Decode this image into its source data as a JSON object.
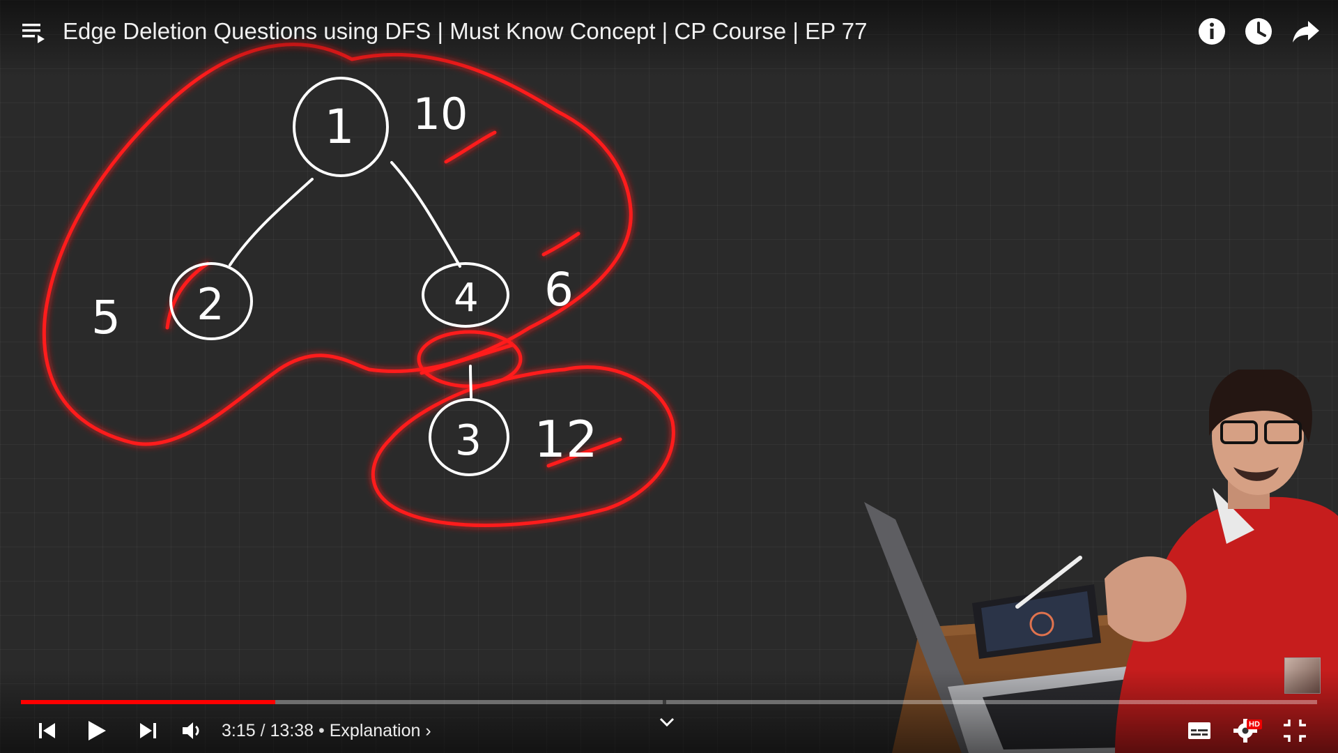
{
  "video": {
    "title": "Edge Deletion Questions using DFS | Must Know Concept | CP Course | EP 77",
    "current_time": "3:15",
    "time_separator": " / ",
    "duration": "13:38",
    "chapter_separator": " • ",
    "chapter": "Explanation",
    "chapter_arrow": "›",
    "progress_fraction": 0.196,
    "quality_badge": "HD"
  },
  "whiteboard": {
    "nodes": [
      "1",
      "2",
      "4",
      "3"
    ],
    "values": [
      "10",
      "5",
      "6",
      "12"
    ]
  },
  "colors": {
    "accent": "#ff0000",
    "ink": "#ffffff",
    "board": "#2a2a2a"
  },
  "icons": {
    "top_left": "playlist-icon",
    "top_right": [
      "info-icon",
      "watch-later-icon",
      "share-icon"
    ],
    "bottom_left": [
      "previous-icon",
      "play-icon",
      "next-icon",
      "volume-icon"
    ],
    "bottom_right": [
      "subtitles-icon",
      "settings-icon",
      "exit-fullscreen-icon"
    ]
  }
}
